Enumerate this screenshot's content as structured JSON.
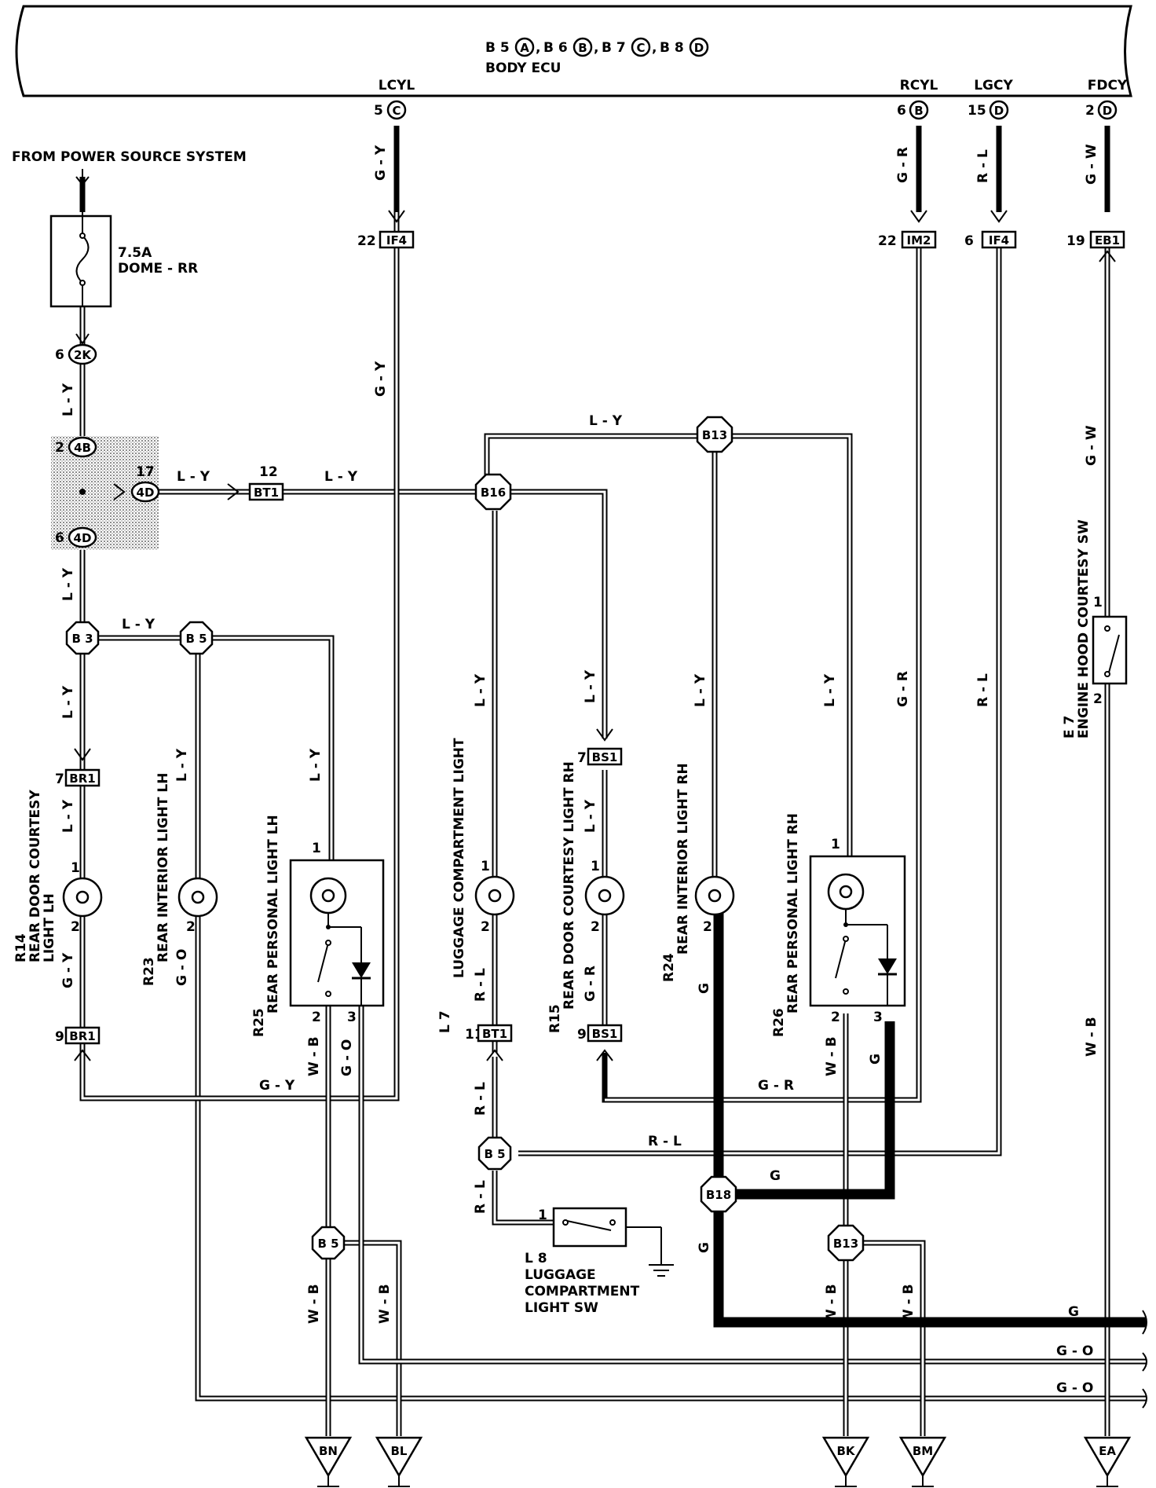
{
  "ecu": {
    "connectors": [
      {
        "code": "B 5",
        "letter": "A"
      },
      {
        "code": "B 6",
        "letter": "B"
      },
      {
        "code": "B 7",
        "letter": "C"
      },
      {
        "code": "B 8",
        "letter": "D"
      }
    ],
    "name": "BODY ECU",
    "terminals": [
      {
        "name": "LCYL",
        "pin": "5",
        "letter": "C"
      },
      {
        "name": "RCYL",
        "pin": "6",
        "letter": "B"
      },
      {
        "name": "LGCY",
        "pin": "15",
        "letter": "D"
      },
      {
        "name": "FDCY",
        "pin": "2",
        "letter": "D"
      }
    ]
  },
  "power": {
    "source": "FROM POWER SOURCE SYSTEM",
    "fuse_rating": "7.5A",
    "fuse_name": "DOME - RR"
  },
  "connectors": {
    "k2k": {
      "pin": "6",
      "code": "2K"
    },
    "k4b": {
      "pin": "2",
      "code": "4B"
    },
    "k4d_side": {
      "pin": "17",
      "code": "4D"
    },
    "k4d_low": {
      "pin": "6",
      "code": "4D"
    },
    "bt1_top": {
      "pin": "12",
      "code": "BT1"
    },
    "if4_a": {
      "pin": "22",
      "code": "IF4"
    },
    "im2": {
      "pin": "22",
      "code": "IM2"
    },
    "if4_b": {
      "pin": "6",
      "code": "IF4"
    },
    "eb1": {
      "pin": "19",
      "code": "EB1"
    },
    "br1_top": {
      "pin": "7",
      "code": "BR1"
    },
    "br1_bot": {
      "pin": "9",
      "code": "BR1"
    },
    "bs1_top": {
      "pin": "7",
      "code": "BS1"
    },
    "bs1_bot": {
      "pin": "9",
      "code": "BS1"
    },
    "bt1_bot": {
      "pin": "11",
      "code": "BT1"
    }
  },
  "junctions": {
    "b3": "B 3",
    "b5a": "B 5",
    "b16": "B16",
    "b13a": "B13",
    "b5b": "B 5",
    "b18": "B18",
    "b5c": "B 5",
    "b13b": "B13"
  },
  "wires": {
    "ly": "L - Y",
    "gy": "G - Y",
    "gr": "G - R",
    "rl": "R - L",
    "gw": "G - W",
    "wb": "W - B",
    "go": "G - O",
    "g": "G"
  },
  "components": {
    "r14": {
      "code": "R14",
      "line1": "REAR DOOR COURTESY",
      "line2": "LIGHT LH"
    },
    "r23": {
      "code": "R23",
      "name": "REAR INTERIOR LIGHT LH"
    },
    "r25": {
      "code": "R25",
      "name": "REAR PERSONAL LIGHT LH"
    },
    "l7": {
      "code": "L 7",
      "name": "LUGGAGE COMPARTMENT LIGHT"
    },
    "r15": {
      "code": "R15",
      "name": "REAR DOOR COURTESY LIGHT RH"
    },
    "r24": {
      "code": "R24",
      "name": "REAR INTERIOR LIGHT RH"
    },
    "r26": {
      "code": "R26",
      "name": "REAR PERSONAL LIGHT RH"
    },
    "e7": {
      "code": "E 7",
      "name": "ENGINE HOOD COURTESY SW"
    },
    "l8": {
      "code": "L 8",
      "line1": "LUGGAGE",
      "line2": "COMPARTMENT",
      "line3": "LIGHT SW"
    }
  },
  "pins": {
    "p1": "1",
    "p2": "2",
    "p3": "3"
  },
  "grounds": {
    "bn": "BN",
    "bl": "BL",
    "bk": "BK",
    "bm": "BM",
    "ea": "EA"
  }
}
